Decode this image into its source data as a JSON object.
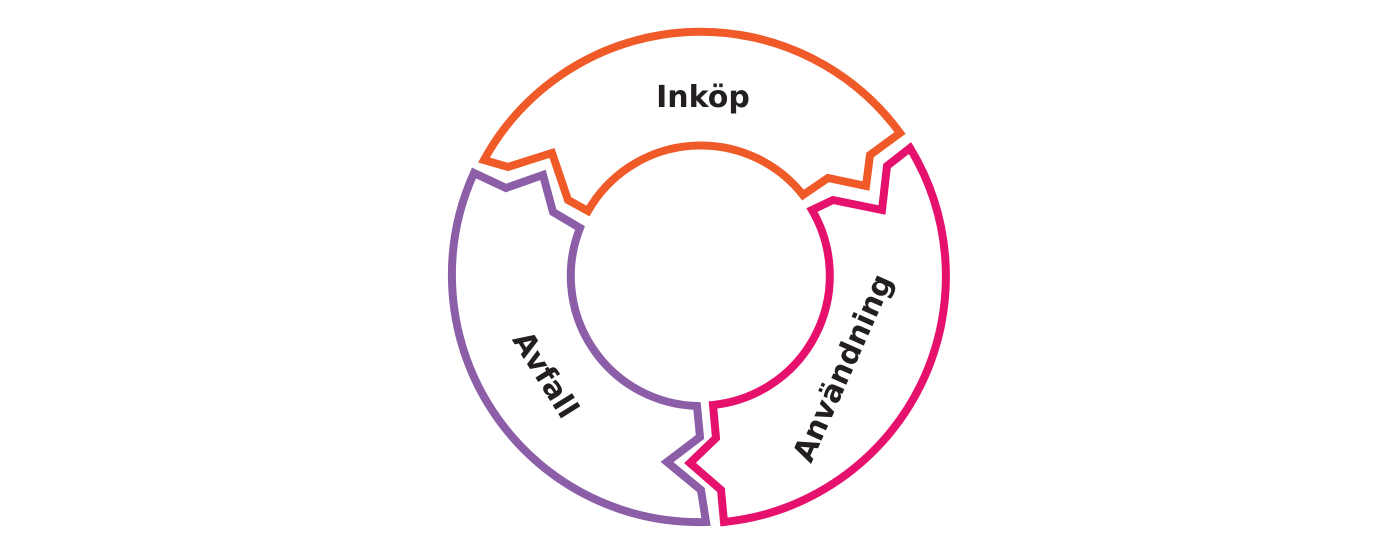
{
  "diagram": {
    "segments": [
      {
        "label": "Inköp",
        "color": "#f05a28"
      },
      {
        "label": "Användning",
        "color": "#e6116d"
      },
      {
        "label": "Avfall",
        "color": "#8c5ea8"
      }
    ]
  }
}
